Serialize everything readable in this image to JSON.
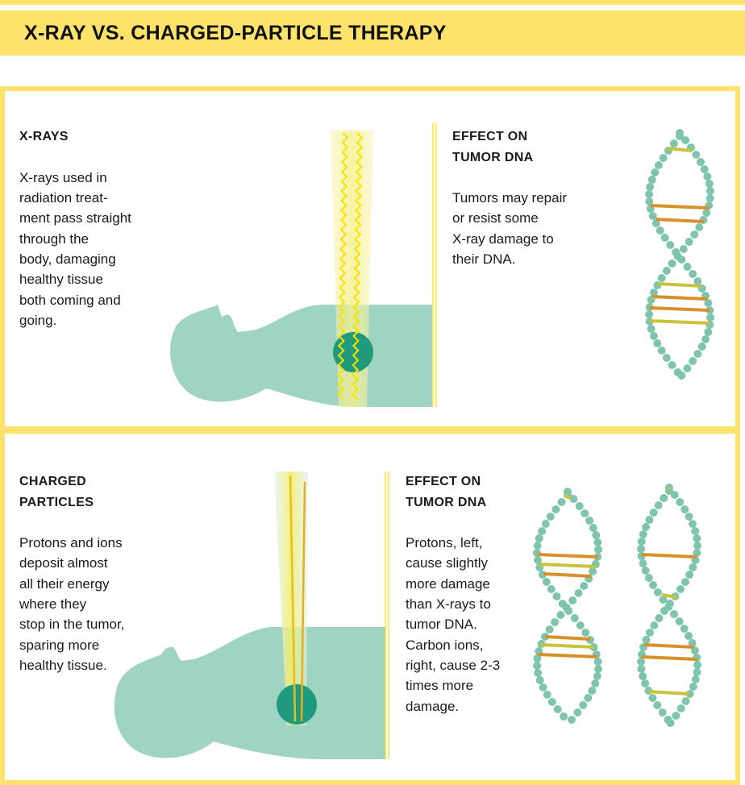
{
  "title": "X-RAY VS. CHARGED-PARTICLE THERAPY",
  "colors": {
    "yellow": "#fde36c",
    "body": "#9fd3c2",
    "tumor": "#1f9a7c",
    "dna_bead": "#7fc5ae",
    "beam": "#f5e830"
  },
  "xray_panel": {
    "heading": "X-RAYS",
    "body": "X-rays used in\nradiation treat-\nment pass straight\nthrough the\nbody, damaging\nhealthy tissue\nboth coming and\ngoing.",
    "effect_heading": "EFFECT ON\nTUMOR DNA",
    "effect_body": "Tumors may repair\nor resist some\nX-ray damage to\ntheir DNA."
  },
  "particle_panel": {
    "heading": "CHARGED\nPARTICLES",
    "body": "Protons and ions\ndeposit almost\nall their energy\nwhere they\nstop in the tumor,\nsparing more\nhealthy tissue.",
    "effect_heading": "EFFECT ON\nTUMOR DNA",
    "effect_body": "Protons, left,\ncause slightly\nmore damage\nthan X-rays to\ntumor DNA.\nCarbon ions,\nright, cause 2-3\ntimes more\ndamage."
  }
}
